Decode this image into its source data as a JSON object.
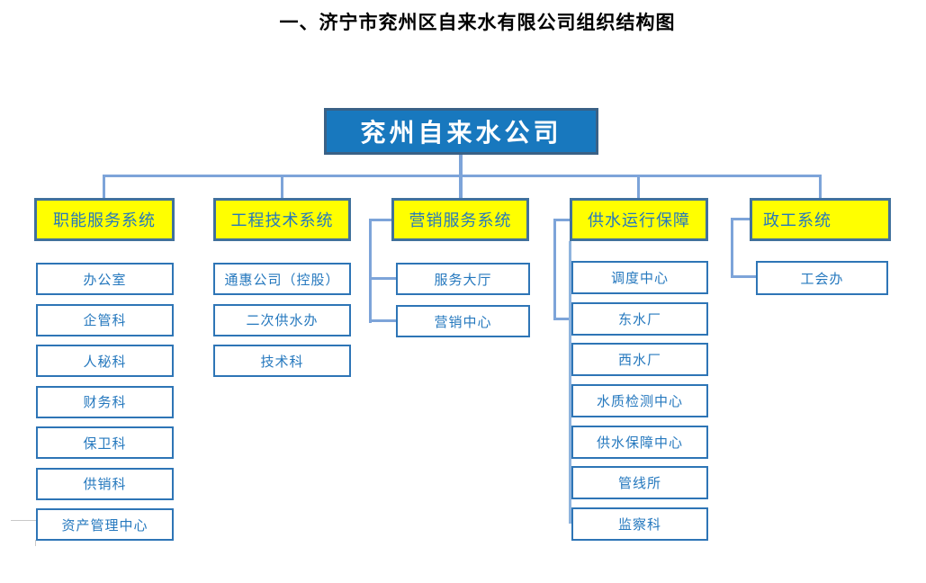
{
  "page": {
    "title": "一、济宁市兖州区自来水有限公司组织结构图"
  },
  "colors": {
    "root_fill": "#1878BE",
    "root_border": "#3A6186",
    "branch_fill": "#FFFF00",
    "branch_border": "#41719C",
    "child_border": "#2E75B6",
    "text_blue": "#2578BE",
    "connector": "#7DA4D9",
    "connector_light": "#8FB4DE"
  },
  "org_chart": {
    "root": {
      "label": "兖州自来水公司"
    },
    "branches": [
      {
        "label": "职能服务系统",
        "children": [
          "办公室",
          "企管科",
          "人秘科",
          "财务科",
          "保卫科",
          "供销科",
          "资产管理中心"
        ]
      },
      {
        "label": "工程技术系统",
        "children": [
          "通惠公司（控股）",
          "二次供水办",
          "技术科"
        ]
      },
      {
        "label": "营销服务系统",
        "children": [
          "服务大厅",
          "营销中心"
        ]
      },
      {
        "label": "供水运行保障",
        "children": [
          "调度中心",
          "东水厂",
          "西水厂",
          "水质检测中心",
          "供水保障中心",
          "管线所",
          "监察科"
        ]
      },
      {
        "label": "政工系统",
        "children": [
          "工会办"
        ]
      }
    ]
  }
}
